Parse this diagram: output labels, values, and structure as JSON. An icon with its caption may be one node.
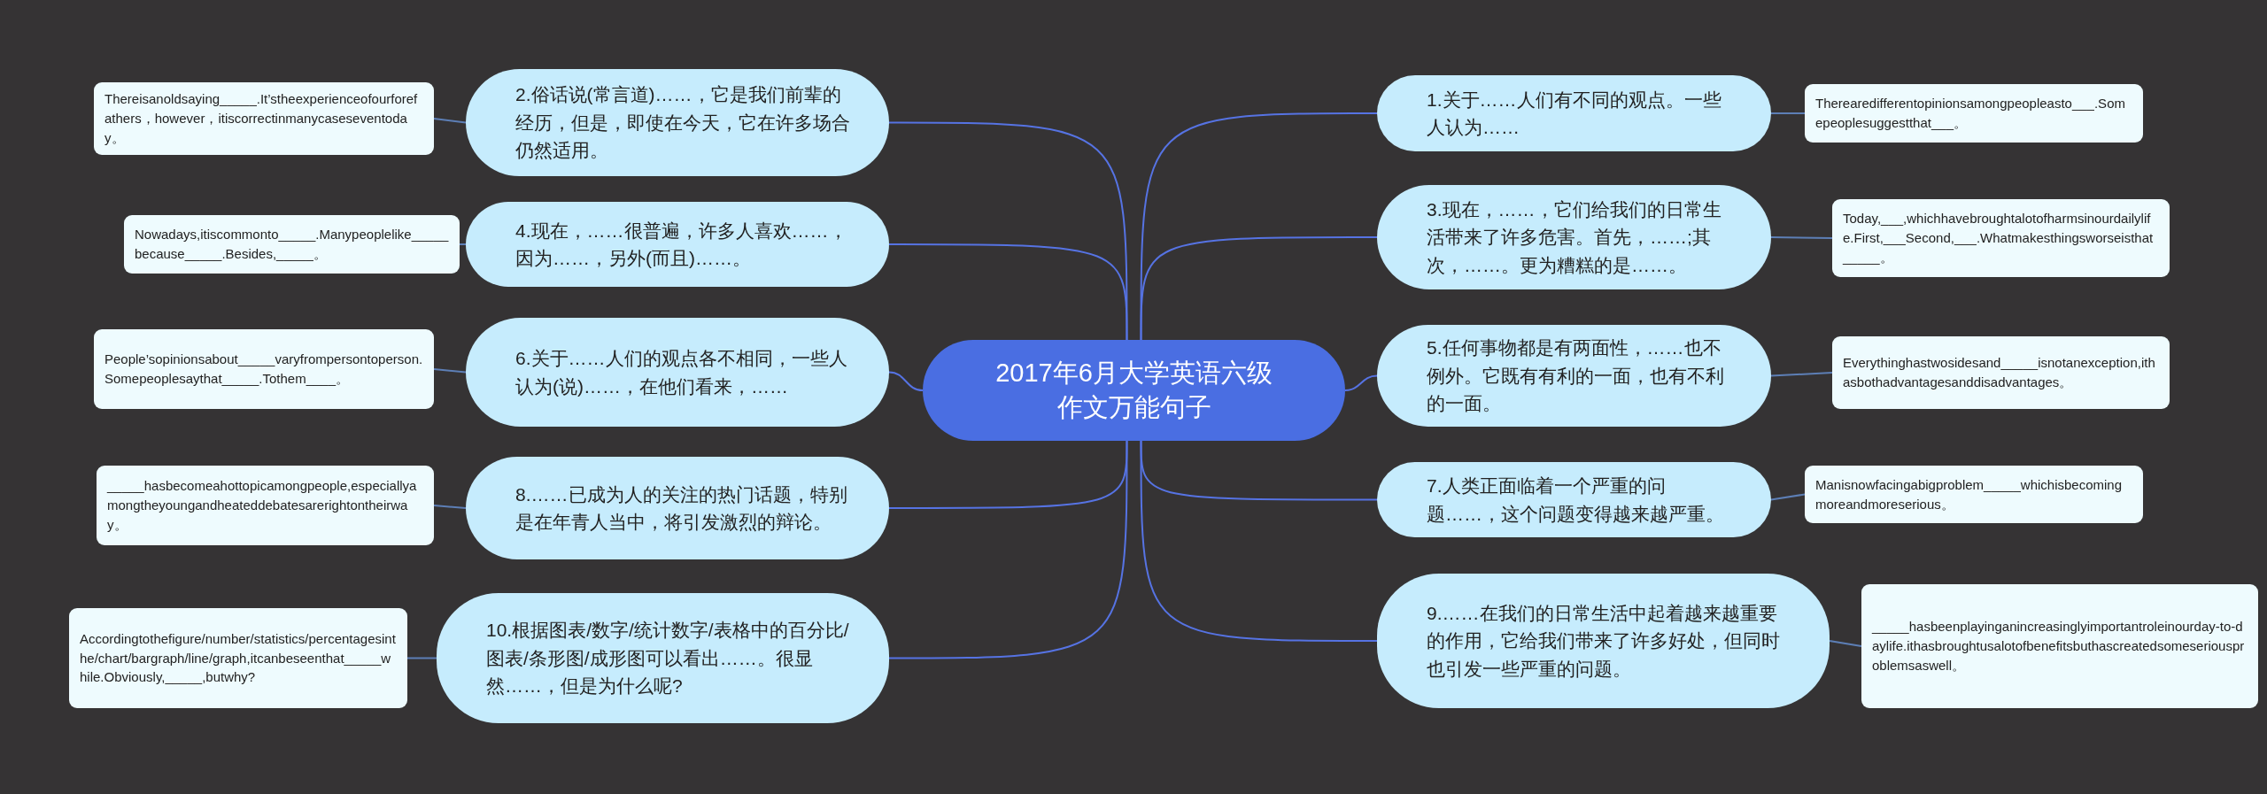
{
  "diagram": {
    "nodes": [
      {
        "text": [
          "2017年6月大学英语六级作文万能句子"
        ]
      },
      {
        "text": [
          "1.关于……人们有不同的观点。一些人认为……"
        ]
      },
      {
        "text": [
          "Therearedifferentopinionsamongpeopleasto___.Somepeoplesuggestthat___。"
        ]
      },
      {
        "text": [
          "2.俗话说(常言道)……，它是我们前辈的经历，但是，即使在今天，它在许多场合仍然适用。"
        ]
      },
      {
        "text": [
          "Thereisanoldsaying_____.It’stheexperienceofourforefathers，however，itiscorrectinmanycaseseventoday。"
        ]
      },
      {
        "text": [
          "3.现在，……，它们给我们的日常生活带来了许多危害。首先，……;其次，……。更为糟糕的是……。"
        ]
      },
      {
        "text": [
          "Today,___,whichhavebroughtalotofharmsinourdailylife.First,___Second,___.Whatmakesthingsworseisthat_____。"
        ]
      },
      {
        "text": [
          "4.现在，……很普遍，许多人喜欢……，因为……，另外(而且)……。"
        ]
      },
      {
        "text": [
          "Nowadays,itiscommonto_____.Manypeoplelike_____because_____.Besides,_____。"
        ]
      },
      {
        "text": [
          "5.任何事物都是有两面性，……也不例外。它既有有利的一面，也有不利的一面。"
        ]
      },
      {
        "text": [
          "Everythinghastwosidesand_____isnotanexception,ithasbothadvantagesanddisadvantages。"
        ]
      },
      {
        "text": [
          "6.关于……人们的观点各不相同，一些人认为(说)……，在他们看来，……"
        ]
      },
      {
        "text": [
          "People’sopinionsabout_____varyfrompersontoperson.Somepeoplesaythat_____.Tothem____。"
        ]
      },
      {
        "text": [
          "7.人类正面临着一个严重的问题……，这个问题变得越来越严重。"
        ]
      },
      {
        "text": [
          "Manisnowfacingabigproblem_____whichisbecomingmoreandmoreserious。"
        ]
      },
      {
        "text": [
          "8.……已成为人的关注的热门话题，特别是在年青人当中，将引发激烈的辩论。"
        ]
      },
      {
        "text": [
          "_____hasbecomeahottopicamongpeople,especiallyamongtheyoungandheateddebatesarerightontheirway。"
        ]
      },
      {
        "text": [
          "9.……在我们的日常生活中起着越来越重要的作用，它给我们带来了许多好处，但同时也引发一些严重的问题。"
        ]
      },
      {
        "text": [
          "_____hasbeenplayinganincreasinglyimportantroleinourday-to-daylife.ithasbroughtusalotofbenefitsbuthascreatedsomeseriousproblemsaswell。"
        ]
      },
      {
        "text": [
          "10.根据图表/数字/统计数字/表格中的百分比/图表/条形图/成形图可以看出……。很显然……，但是为什么呢?"
        ]
      },
      {
        "text": [
          "Accordingtothefigure/number/statistics/percentagesinthe/chart/bargraph/line/graph,itcanbeseenthat_____while.Obviously,_____,butwhy?"
        ]
      }
    ],
    "edges": [
      {
        "from": 0,
        "to": 1,
        "arrow": "none"
      },
      {
        "from": 1,
        "to": 2,
        "arrow": "none"
      },
      {
        "from": 0,
        "to": 3,
        "arrow": "none"
      },
      {
        "from": 3,
        "to": 4,
        "arrow": "none"
      },
      {
        "from": 0,
        "to": 5,
        "arrow": "none"
      },
      {
        "from": 5,
        "to": 6,
        "arrow": "none"
      },
      {
        "from": 0,
        "to": 7,
        "arrow": "none"
      },
      {
        "from": 7,
        "to": 8,
        "arrow": "none"
      },
      {
        "from": 0,
        "to": 9,
        "arrow": "none"
      },
      {
        "from": 9,
        "to": 10,
        "arrow": "none"
      },
      {
        "from": 0,
        "to": 11,
        "arrow": "none"
      },
      {
        "from": 11,
        "to": 12,
        "arrow": "none"
      },
      {
        "from": 0,
        "to": 13,
        "arrow": "none"
      },
      {
        "from": 13,
        "to": 14,
        "arrow": "none"
      },
      {
        "from": 0,
        "to": 15,
        "arrow": "none"
      },
      {
        "from": 15,
        "to": 16,
        "arrow": "none"
      },
      {
        "from": 0,
        "to": 17,
        "arrow": "none"
      },
      {
        "from": 17,
        "to": 18,
        "arrow": "none"
      },
      {
        "from": 0,
        "to": 19,
        "arrow": "none"
      },
      {
        "from": 19,
        "to": 20,
        "arrow": "none"
      }
    ]
  }
}
